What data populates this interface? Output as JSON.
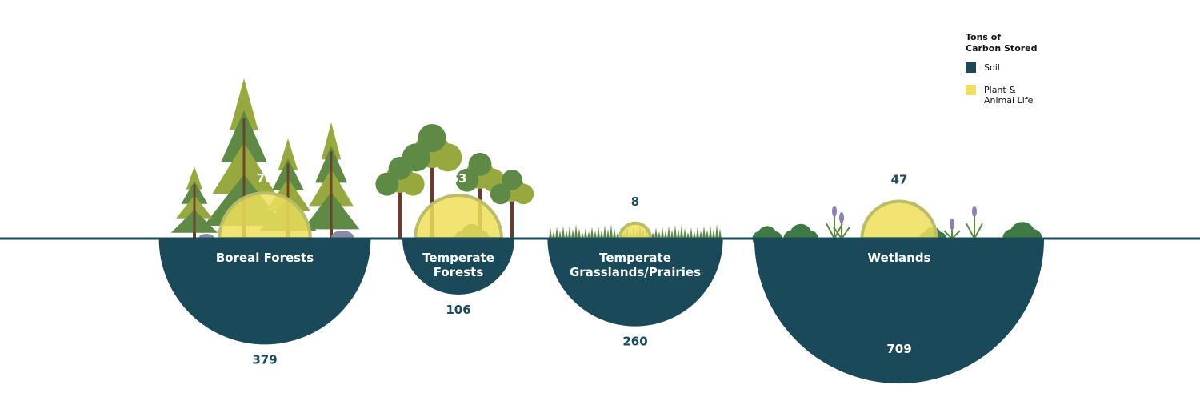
{
  "colors": {
    "soil": "#1a4a5a",
    "plant": "#efdf5a",
    "plant_rim": "#b9bd66",
    "tree_light": "#97a83e",
    "tree_dark": "#5f8a45",
    "trunk": "#6b3a2a",
    "bush": "#3f7a45",
    "grass": "#5b8c3e",
    "rock": "#8a8aa8",
    "reed": "#8f7fb8"
  },
  "chart_data": {
    "type": "semicircle-area",
    "legend": {
      "title_lines": [
        "Tons of",
        "Carbon Stored"
      ],
      "items": [
        {
          "key": "soil",
          "lines": [
            "Soil"
          ]
        },
        {
          "key": "plant",
          "lines": [
            "Plant &",
            "Animal Life"
          ]
        }
      ]
    },
    "categories": [
      {
        "name_lines": [
          "Boreal Forests"
        ],
        "soil": 379,
        "plant": 70
      },
      {
        "name_lines": [
          "Temperate",
          "Forests"
        ],
        "soil": 106,
        "plant": 63
      },
      {
        "name_lines": [
          "Temperate",
          "Grasslands/Prairies"
        ],
        "soil": 260,
        "plant": 8
      },
      {
        "name_lines": [
          "Wetlands"
        ],
        "soil": 709,
        "plant": 47
      }
    ]
  }
}
